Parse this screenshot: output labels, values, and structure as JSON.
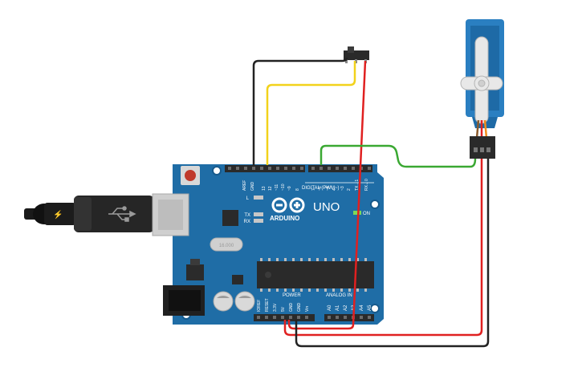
{
  "board": {
    "brand": "ARDUINO",
    "model": "UNO",
    "digital_header_label": "DIGITAL (PWM~)",
    "power_label": "POWER",
    "analog_label": "ANALOG IN",
    "on_label": "ON",
    "led_l": "L",
    "led_tx": "TX",
    "led_rx": "RX",
    "crystal": "16.000",
    "top_pins": [
      "AREF",
      "GND",
      "13",
      "12",
      "~11",
      "~10",
      "~9",
      "8",
      "7",
      "~6",
      "~5",
      "4",
      "~3",
      "2",
      "TX→1",
      "RX←0"
    ],
    "power_pins": [
      "IOREF",
      "RESET",
      "3.3V",
      "5V",
      "GND",
      "GND",
      "Vin"
    ],
    "analog_pins": [
      "A0",
      "A1",
      "A2",
      "A3",
      "A4",
      "A5"
    ]
  },
  "wires": {
    "colors": {
      "black": "#222222",
      "yellow": "#f2d21b",
      "red": "#e02020",
      "green": "#3aa832"
    }
  },
  "colors": {
    "board": "#1f6da6",
    "board_dark": "#175a8c",
    "header": "#2a2a2a",
    "servo": "#2a7fc1",
    "usb_gray": "#b8b8b8"
  }
}
